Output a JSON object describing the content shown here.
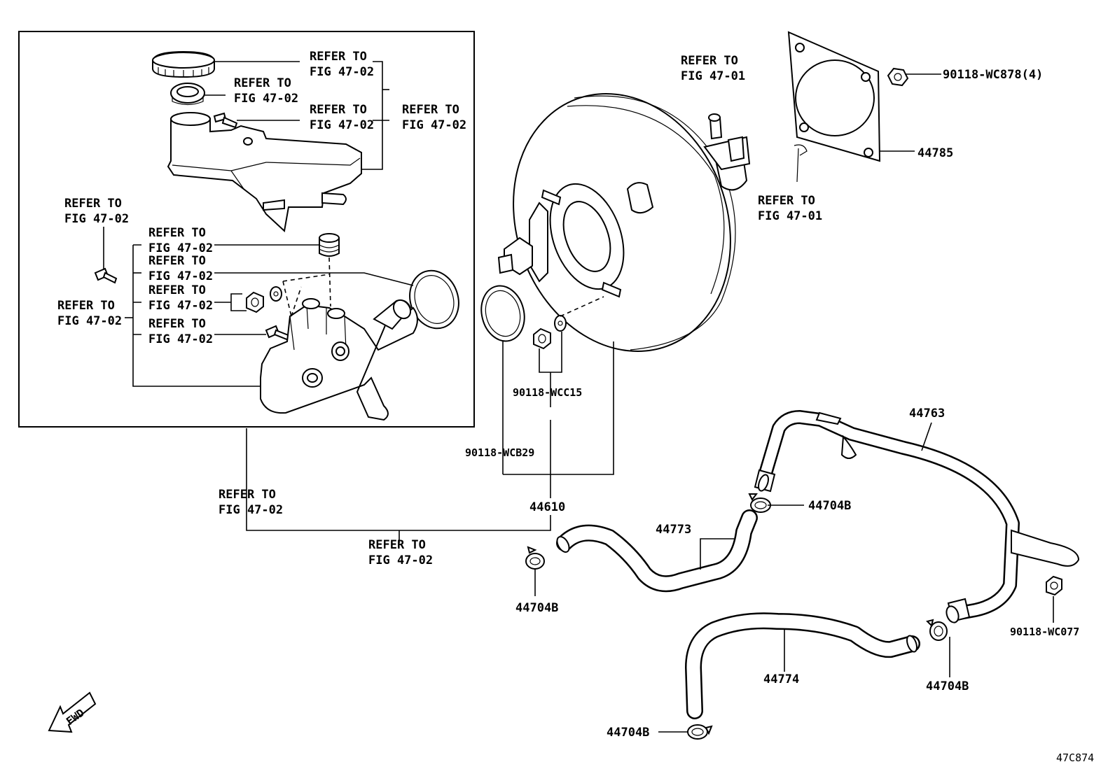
{
  "refer_to_47_02": [
    "REFER TO",
    "FIG 47-02"
  ],
  "refer_to_47_01": [
    "REFER TO",
    "FIG 47-01"
  ],
  "parts": {
    "p44785": "44785",
    "p90118_wc878": "90118-WC878(4)",
    "p44763": "44763",
    "p90118_wcc15": "90118-WCC15",
    "p90118_wcb29": "90118-WCB29",
    "p44610": "44610",
    "p44704b": "44704B",
    "p44773": "44773",
    "p44774": "44774",
    "p90118_wc077": "90118-WC077"
  },
  "fwd_label": "FWD",
  "diagram_code": "47C874"
}
